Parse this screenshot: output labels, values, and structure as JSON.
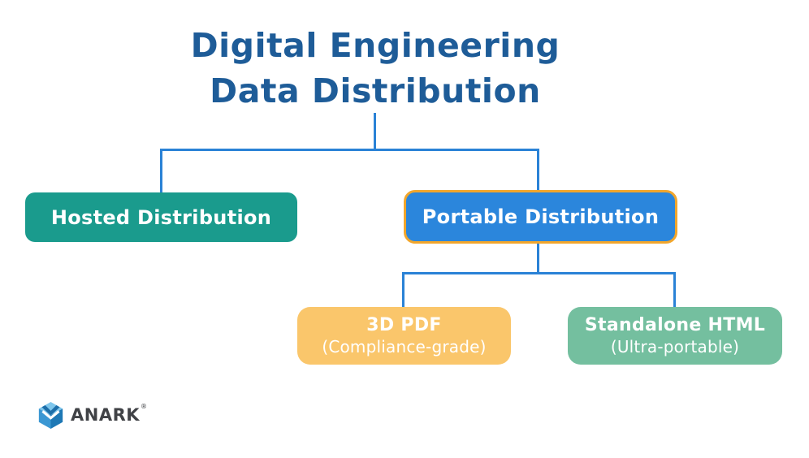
{
  "title": {
    "line1": "Digital Engineering",
    "line2": "Data Distribution",
    "color": "#1e5c98"
  },
  "diagram": {
    "connector_color": "#2a82d6",
    "nodes": {
      "hosted": {
        "label": "Hosted Distribution",
        "bg": "#1a9b8d",
        "text_color": "#ffffff"
      },
      "portable": {
        "label": "Portable Distribution",
        "bg": "#2b86dc",
        "border_color": "#f2a62c",
        "text_color": "#ffffff"
      },
      "pdf3d": {
        "label": "3D PDF",
        "sublabel": "(Compliance-grade)",
        "bg": "#fac66b",
        "text_color": "#ffffff"
      },
      "standalone_html": {
        "label": "Standalone HTML",
        "sublabel": "(Ultra-portable)",
        "bg": "#74bf9f",
        "text_color": "#ffffff"
      }
    }
  },
  "logo": {
    "brand": "ANARK",
    "registered_mark": "®",
    "icon": "anark-cube-icon",
    "brand_color": "#404246"
  }
}
